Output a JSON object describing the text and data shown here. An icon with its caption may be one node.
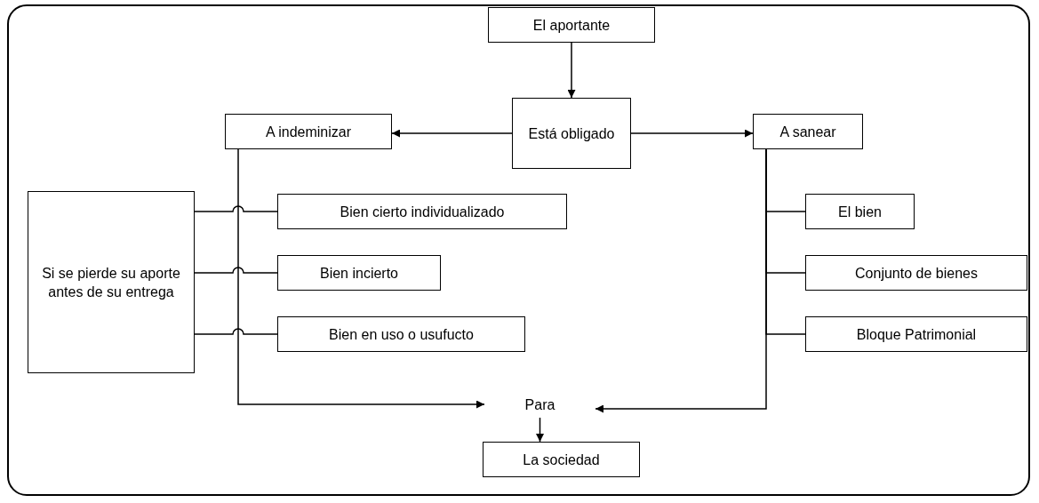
{
  "diagram": {
    "nodes": [
      {
        "text": [
          "El aportante"
        ]
      },
      {
        "text": [
          "Está obligado"
        ]
      },
      {
        "text": [
          "A indeminizar"
        ]
      },
      {
        "text": [
          "A sanear"
        ]
      },
      {
        "text": [
          "Si se pierde su aporte antes de su entrega"
        ]
      },
      {
        "text": [
          "Bien cierto individualizado"
        ]
      },
      {
        "text": [
          "Bien incierto"
        ]
      },
      {
        "text": [
          "Bien en uso o usufucto"
        ]
      },
      {
        "text": [
          "El bien"
        ]
      },
      {
        "text": [
          "Conjunto de bienes"
        ]
      },
      {
        "text": [
          "Bloque Patrimonial"
        ]
      },
      {
        "text": [
          "Para"
        ]
      },
      {
        "text": [
          "La sociedad"
        ]
      }
    ],
    "edges": [
      {
        "from": 0,
        "to": 1,
        "arrow": "to"
      },
      {
        "from": 1,
        "to": 2,
        "arrow": "to"
      },
      {
        "from": 1,
        "to": 3,
        "arrow": "to"
      },
      {
        "from": 4,
        "to": 5,
        "arrow": "none"
      },
      {
        "from": 4,
        "to": 6,
        "arrow": "none"
      },
      {
        "from": 4,
        "to": 7,
        "arrow": "none"
      },
      {
        "from": 2,
        "to": 11,
        "arrow": "to"
      },
      {
        "from": 3,
        "to": 8,
        "arrow": "none"
      },
      {
        "from": 3,
        "to": 9,
        "arrow": "none"
      },
      {
        "from": 3,
        "to": 10,
        "arrow": "none"
      },
      {
        "from": 3,
        "to": 11,
        "arrow": "to"
      },
      {
        "from": 11,
        "to": 12,
        "arrow": "to"
      }
    ]
  }
}
